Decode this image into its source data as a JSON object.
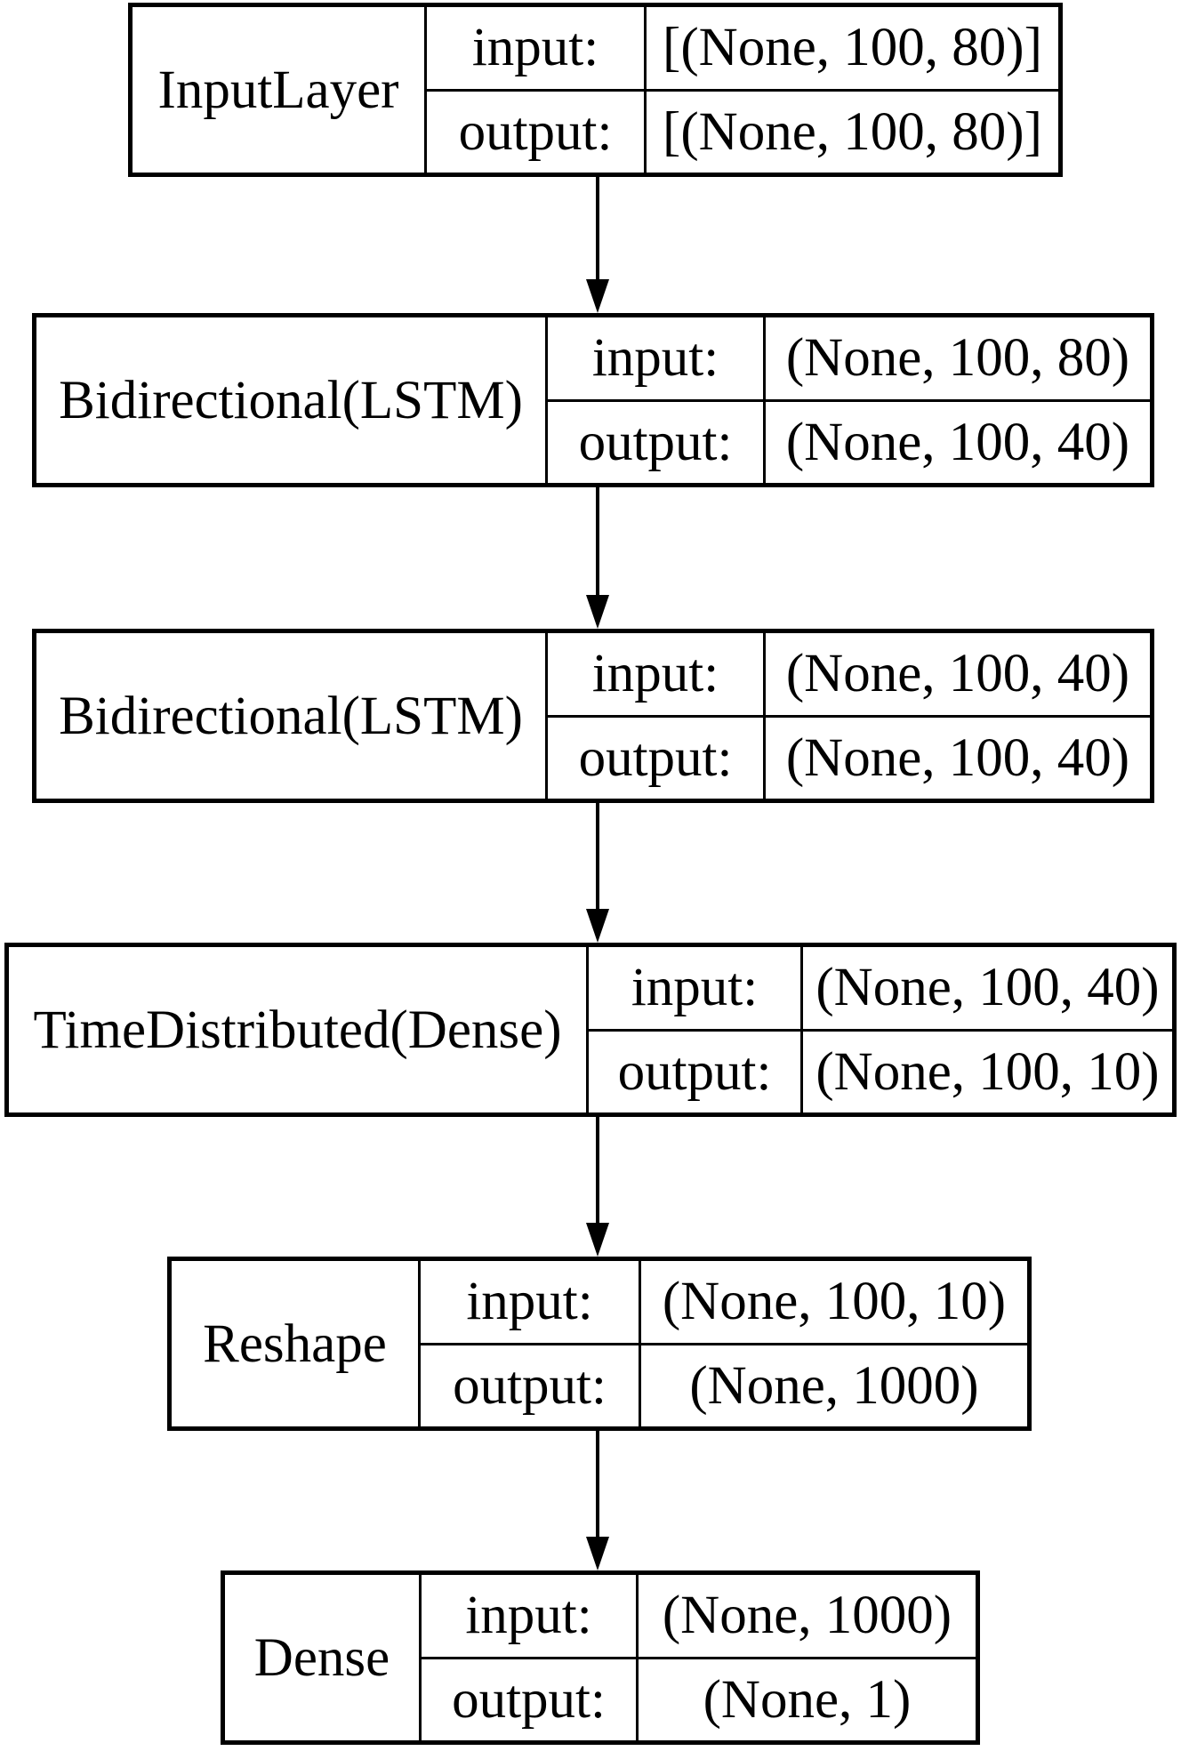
{
  "diagram": {
    "kind": "keras-model-architecture",
    "colors": {
      "border": "#000000",
      "background": "#ffffff",
      "text": "#000000"
    },
    "labels": {
      "input": "input:",
      "output": "output:"
    },
    "layers": [
      {
        "name": "InputLayer",
        "input": "[(None, 100, 80)]",
        "output": "[(None, 100, 80)]"
      },
      {
        "name": "Bidirectional(LSTM)",
        "input": "(None, 100, 80)",
        "output": "(None, 100, 40)"
      },
      {
        "name": "Bidirectional(LSTM)",
        "input": "(None, 100, 40)",
        "output": "(None, 100, 40)"
      },
      {
        "name": "TimeDistributed(Dense)",
        "input": "(None, 100, 40)",
        "output": "(None, 100, 10)"
      },
      {
        "name": "Reshape",
        "input": "(None, 100, 10)",
        "output": "(None, 1000)"
      },
      {
        "name": "Dense",
        "input": "(None, 1000)",
        "output": "(None, 1)"
      }
    ]
  }
}
